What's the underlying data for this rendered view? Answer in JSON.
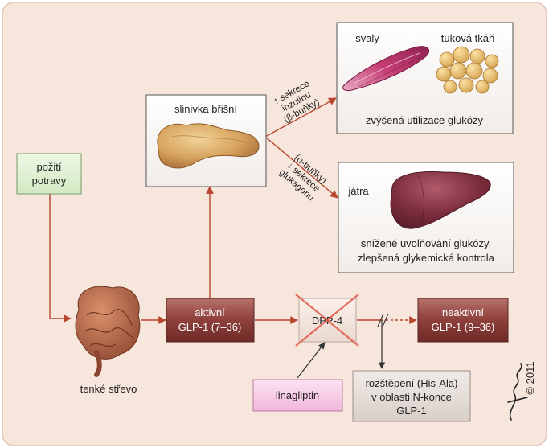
{
  "nodes": {
    "food_intake": {
      "line1": "požití",
      "line2": "potravy"
    },
    "small_intestine": {
      "label": "tenké střevo"
    },
    "active_glp1": {
      "line1": "aktivní",
      "line2": "GLP-1 (7–36)"
    },
    "dpp4": {
      "label": "DPP-4"
    },
    "inactive_glp1": {
      "line1": "neaktivní",
      "line2": "GLP-1 (9–36)"
    },
    "linagliptin": {
      "label": "linagliptin"
    },
    "cleavage": {
      "line1": "rozštěpení (His-Ala)",
      "line2": "v oblasti N-konce",
      "line3": "GLP-1"
    },
    "pancreas": {
      "label": "slinivka břišní"
    },
    "muscle_fat": {
      "muscle": "svaly",
      "fat": "tuková tkáň",
      "caption": "zvýšená utilizace glukózy"
    },
    "liver": {
      "label": "játra",
      "caption1": "snížené uvolňování glukózy,",
      "caption2": "zlepšená glykemická kontrola"
    }
  },
  "edges": {
    "insulin": {
      "line1": "↑ sekrece",
      "line2": "inzulinu",
      "line3": "(β-buňky)"
    },
    "glucagon": {
      "line1": "(α-buňky)",
      "line2": "↓ sekrece",
      "line3": "glukagonu"
    }
  },
  "copyright": "© 2011",
  "colors": {
    "background": "#f7e6dc",
    "arrow": "#b8452e",
    "glp_box": "#8a3d38",
    "food_box": "#dff0d2",
    "linagliptin_box": "#f6c7e4",
    "cleavage_box": "#e4dcd7"
  }
}
